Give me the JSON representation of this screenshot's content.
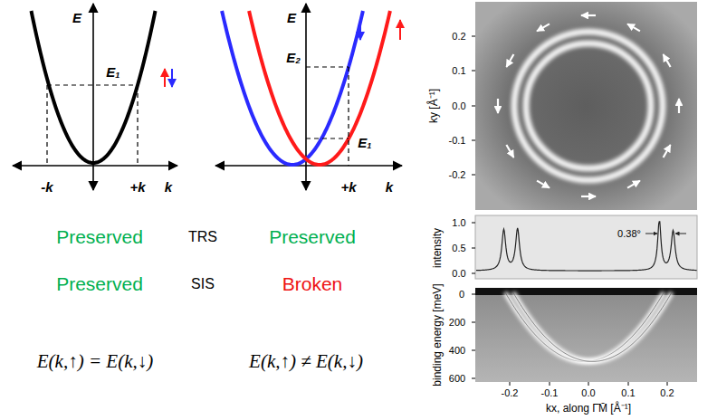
{
  "diagram": {
    "labels": [
      "E",
      "E₁",
      "-k",
      "+k",
      "k",
      "E",
      "E₂",
      "E₁",
      "+k",
      "k",
      "Preserved",
      "TRS",
      "Preserved",
      "Preserved",
      "SIS",
      "Broken",
      "E(k,↑) = E(k,↓)",
      "E(k,↑) ≠ E(k,↓)",
      "0.2",
      "0.1",
      "0.0",
      "-0.1",
      "-0.2",
      "ky [Å⁻¹]",
      "1.0",
      "0.5",
      "0.0",
      "intensity",
      "0.38°",
      "0",
      "200",
      "400",
      "600",
      "binding energy [meV]",
      "-0.2",
      "-0.1",
      "0.0",
      "0.1",
      "0.2",
      "kx, along Γ̄M̄ [Å⁻¹]"
    ]
  }
}
